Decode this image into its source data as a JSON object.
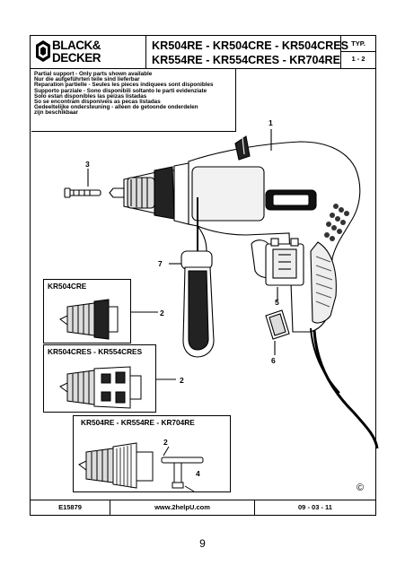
{
  "header": {
    "brand_line1": "BLACK&",
    "brand_line2": "DECKER",
    "model_line1": "KR504RE - KR504CRE - KR504CRES",
    "model_line2": "KR554RE - KR554CRES - KR704RE",
    "typ_label": "TYP.",
    "typ_value": "1 - 2"
  },
  "notice_lines": [
    "Partial support - Only parts shown available",
    "Nur die aufgeführten teile sind lieferbar",
    "Reparation partielle - Seules les pieces indiquees sont disponibles",
    "Supporto parziale - Sono disponibili soltanto le parti evidenziate",
    "Solo estan disponibles las peizas listadas",
    "So se encontram disponiveis as pecas listadas",
    "Gedeeltelijke ondersteuning - alleen de getoonde onderdelen",
    "   zijn beschikbaar"
  ],
  "insets": {
    "box1_label": "KR504CRE",
    "box2_label": "KR504CRES - KR554CRES",
    "box3_label": "KR504RE - KR554RE - KR704RE"
  },
  "part_numbers": {
    "p1": "1",
    "p2a": "2",
    "p2b": "2",
    "p2c": "2",
    "p3": "3",
    "p4": "4",
    "p5": "5",
    "p6": "6",
    "p7": "7"
  },
  "footer": {
    "code": "E15879",
    "url": "www.2helpU.com",
    "date": "09 - 03 - 11",
    "copyright": "©"
  },
  "page_number": "9"
}
